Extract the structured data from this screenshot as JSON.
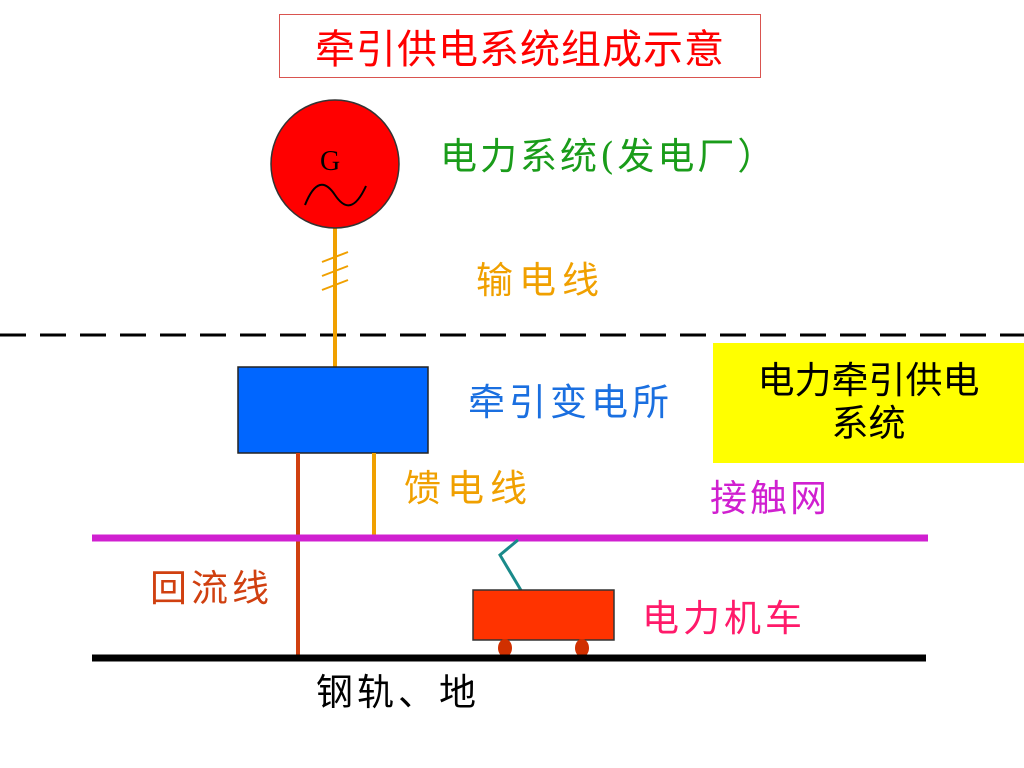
{
  "title": "牵引供电系统组成示意",
  "generator": {
    "letter": "G"
  },
  "labels": {
    "power_system": "电力系统(发电厂）",
    "transmission_line": "输电线",
    "traction_substation": "牵引变电所",
    "feeder_line": "馈电线",
    "catenary": "接触网",
    "return_line": "回流线",
    "electric_locomotive": "电力机车",
    "rail_ground": "钢轨、地"
  },
  "callout": {
    "line1": "电力牵引供电",
    "line2": "系统"
  },
  "colors": {
    "generator": "#ff0000",
    "transmission": "#f0a000",
    "substation": "#0066ff",
    "catenary": "#d020d0",
    "return": "#d04010",
    "locomotive": "#ff3300",
    "pantograph": "#1a8a8a",
    "rail": "#000000",
    "callout_bg": "#ffff00"
  }
}
